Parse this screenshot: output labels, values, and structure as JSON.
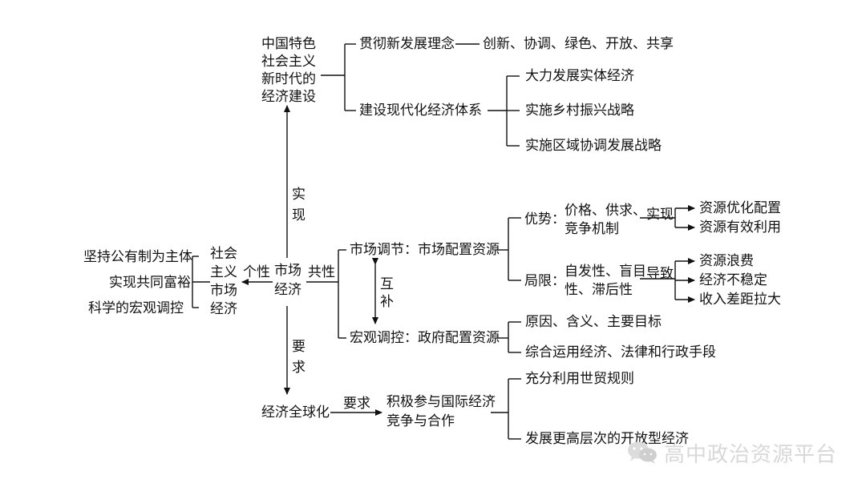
{
  "nodes": {
    "center": "市场\n经济",
    "socialist": "社会\n主义\n市场\n经济",
    "left_items": [
      "坚持公有制为主体",
      "实现共同富裕",
      "科学的宏观调控"
    ],
    "edge_individuality": "个性",
    "edge_commonality": "共性",
    "edge_realize": "实\n现",
    "edge_require_down": "要\n求",
    "top_node": "中国特色\n社会主义\n新时代的\n经济建设",
    "concept": "贯彻新发展理念",
    "concept_items": "创新、协调、绿色、开放、共享",
    "modern_system": "建设现代化经济体系",
    "modern_items": [
      "大力发展实体经济",
      "实施乡村振兴战略",
      "实施区域协调发展战略"
    ],
    "market_reg": "市场调节：市场配置资源",
    "advantage_label": "优势：",
    "advantage_text": "价格、供求、\n竞争机制",
    "edge_realize2": "实现",
    "advantage_results": [
      "资源优化配置",
      "资源有效利用"
    ],
    "limit_label": "局限：",
    "limit_text": "自发性、盲目\n性、滞后性",
    "edge_lead": "导致",
    "limit_results": [
      "资源浪费",
      "经济不稳定",
      "收入差距拉大"
    ],
    "complement": "互\n补",
    "macro_reg": "宏观调控：政府配置资源",
    "macro_items": [
      "原因、含义、主要目标",
      "综合运用经济、法律和行政手段"
    ],
    "globalization": "经济全球化",
    "edge_require": "要求",
    "participate": "积极参与国际经济\n竞争与合作",
    "participate_items": [
      "充分利用世贸规则",
      "发展更高层次的开放型经济"
    ]
  },
  "watermark": {
    "text": "高中政治资源平台",
    "icon": "wechat-icon"
  }
}
